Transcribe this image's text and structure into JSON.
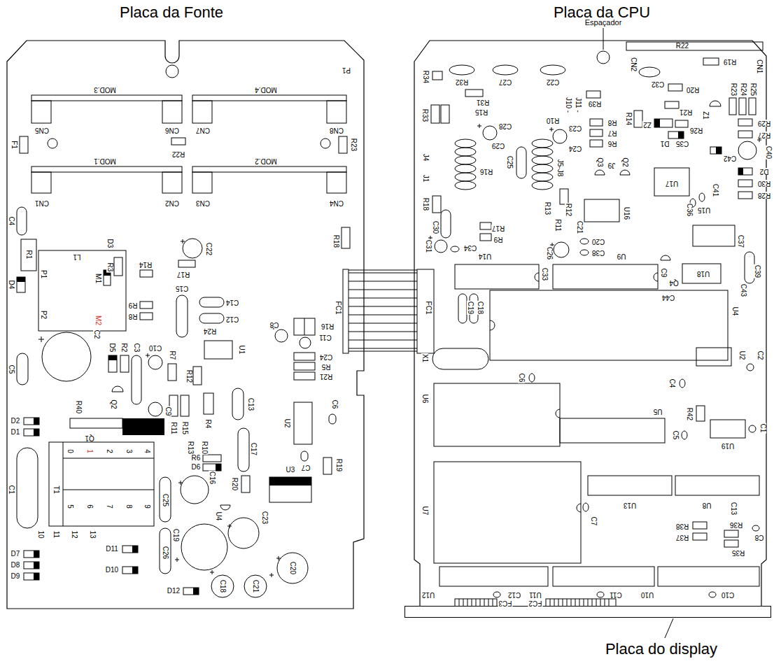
{
  "diagram": {
    "nodes": [
      {
        "text": [
          "Placa da Fonte"
        ]
      },
      {
        "text": [
          "Placa da CPU"
        ]
      },
      {
        "text": [
          "Placa do display"
        ]
      }
    ],
    "edges": [
      {
        "from": 0,
        "to": 1,
        "arrow": "none"
      }
    ],
    "labels": [
      "MOD.3",
      "MOD.4",
      "P1",
      "CN5",
      "CN6",
      "CN7",
      "CN8",
      "F1",
      "R22",
      "R23",
      "MOD.1",
      "MOD.2",
      "CN1",
      "CN2",
      "CN3",
      "CN4",
      "C4",
      "R18",
      "FC1",
      "R1",
      "L1",
      "D3",
      "R3",
      "C22",
      "R17",
      "R14",
      "C15",
      "P1",
      "M1",
      "D4",
      "R9",
      "R8",
      "C14",
      "R24",
      "C12",
      "P2",
      "M2",
      "C5",
      "C2",
      "D5",
      "R2",
      "C3",
      "C10",
      "R7",
      "R12",
      "U1",
      "C8",
      "C11",
      "R16",
      "C24",
      "R5",
      "R21",
      "C9",
      "R11",
      "R15",
      "R4",
      "R13",
      "R10",
      "R6",
      "D6",
      "C13",
      "U2",
      "C6",
      "C7",
      "C17",
      "R20",
      "R19",
      "D2",
      "D1",
      "R40",
      "Q2",
      "Q1",
      "C1",
      "T1",
      "0",
      "1",
      "2",
      "3",
      "4",
      "5",
      "6",
      "7",
      "8",
      "9",
      "10",
      "11",
      "12",
      "13",
      "D7",
      "D8",
      "D9",
      "D11",
      "D10",
      "D12",
      "C25",
      "C16",
      "U4",
      "U3",
      "C26",
      "C19",
      "C23",
      "C18",
      "C21",
      "C20",
      "R22",
      "CN1",
      "Espaçador",
      "CN2",
      "C32",
      "R19",
      "R20",
      "R34",
      "R32",
      "C27",
      "C22",
      "J10 -",
      "J11 -",
      "R14",
      "R21",
      "Z1",
      "R23",
      "R24",
      "R25",
      "R33",
      "R31",
      "R15",
      "R39",
      "R10",
      "R8",
      "R7",
      "R6",
      "C28",
      "C23",
      "R26",
      "R29",
      "R27",
      "Z2",
      "D1",
      "C35",
      "C40",
      "C42",
      "D2",
      "R30",
      "R28",
      "C24",
      "C29",
      "Q3",
      "J9",
      "Q2",
      "J4",
      "J1",
      "C25",
      "R16",
      "J5-J8",
      "R13",
      "R11",
      "R12",
      "C21",
      "U16",
      "U17",
      "U15",
      "C36",
      "C41",
      "R18",
      "C30",
      "C31",
      "R17",
      "R9",
      "C34",
      "U14",
      "C26",
      "C20",
      "C38",
      "U9",
      "C37",
      "C39",
      "C43",
      "C33",
      "C9",
      "Q4",
      "U18",
      "C44",
      "C19",
      "C18",
      "FC1",
      "U4",
      "X1",
      "U2",
      "C2",
      "U6",
      "C6",
      "C4",
      "U5",
      "R42",
      "C5",
      "C1",
      "U19",
      "U7",
      "C7",
      "U13",
      "U8",
      "C13",
      "R38",
      "R37",
      "R36",
      "R35",
      "C8",
      "U12",
      "C12",
      "U11",
      "C11",
      "U10",
      "C10",
      "FC3",
      "FC2"
    ]
  }
}
